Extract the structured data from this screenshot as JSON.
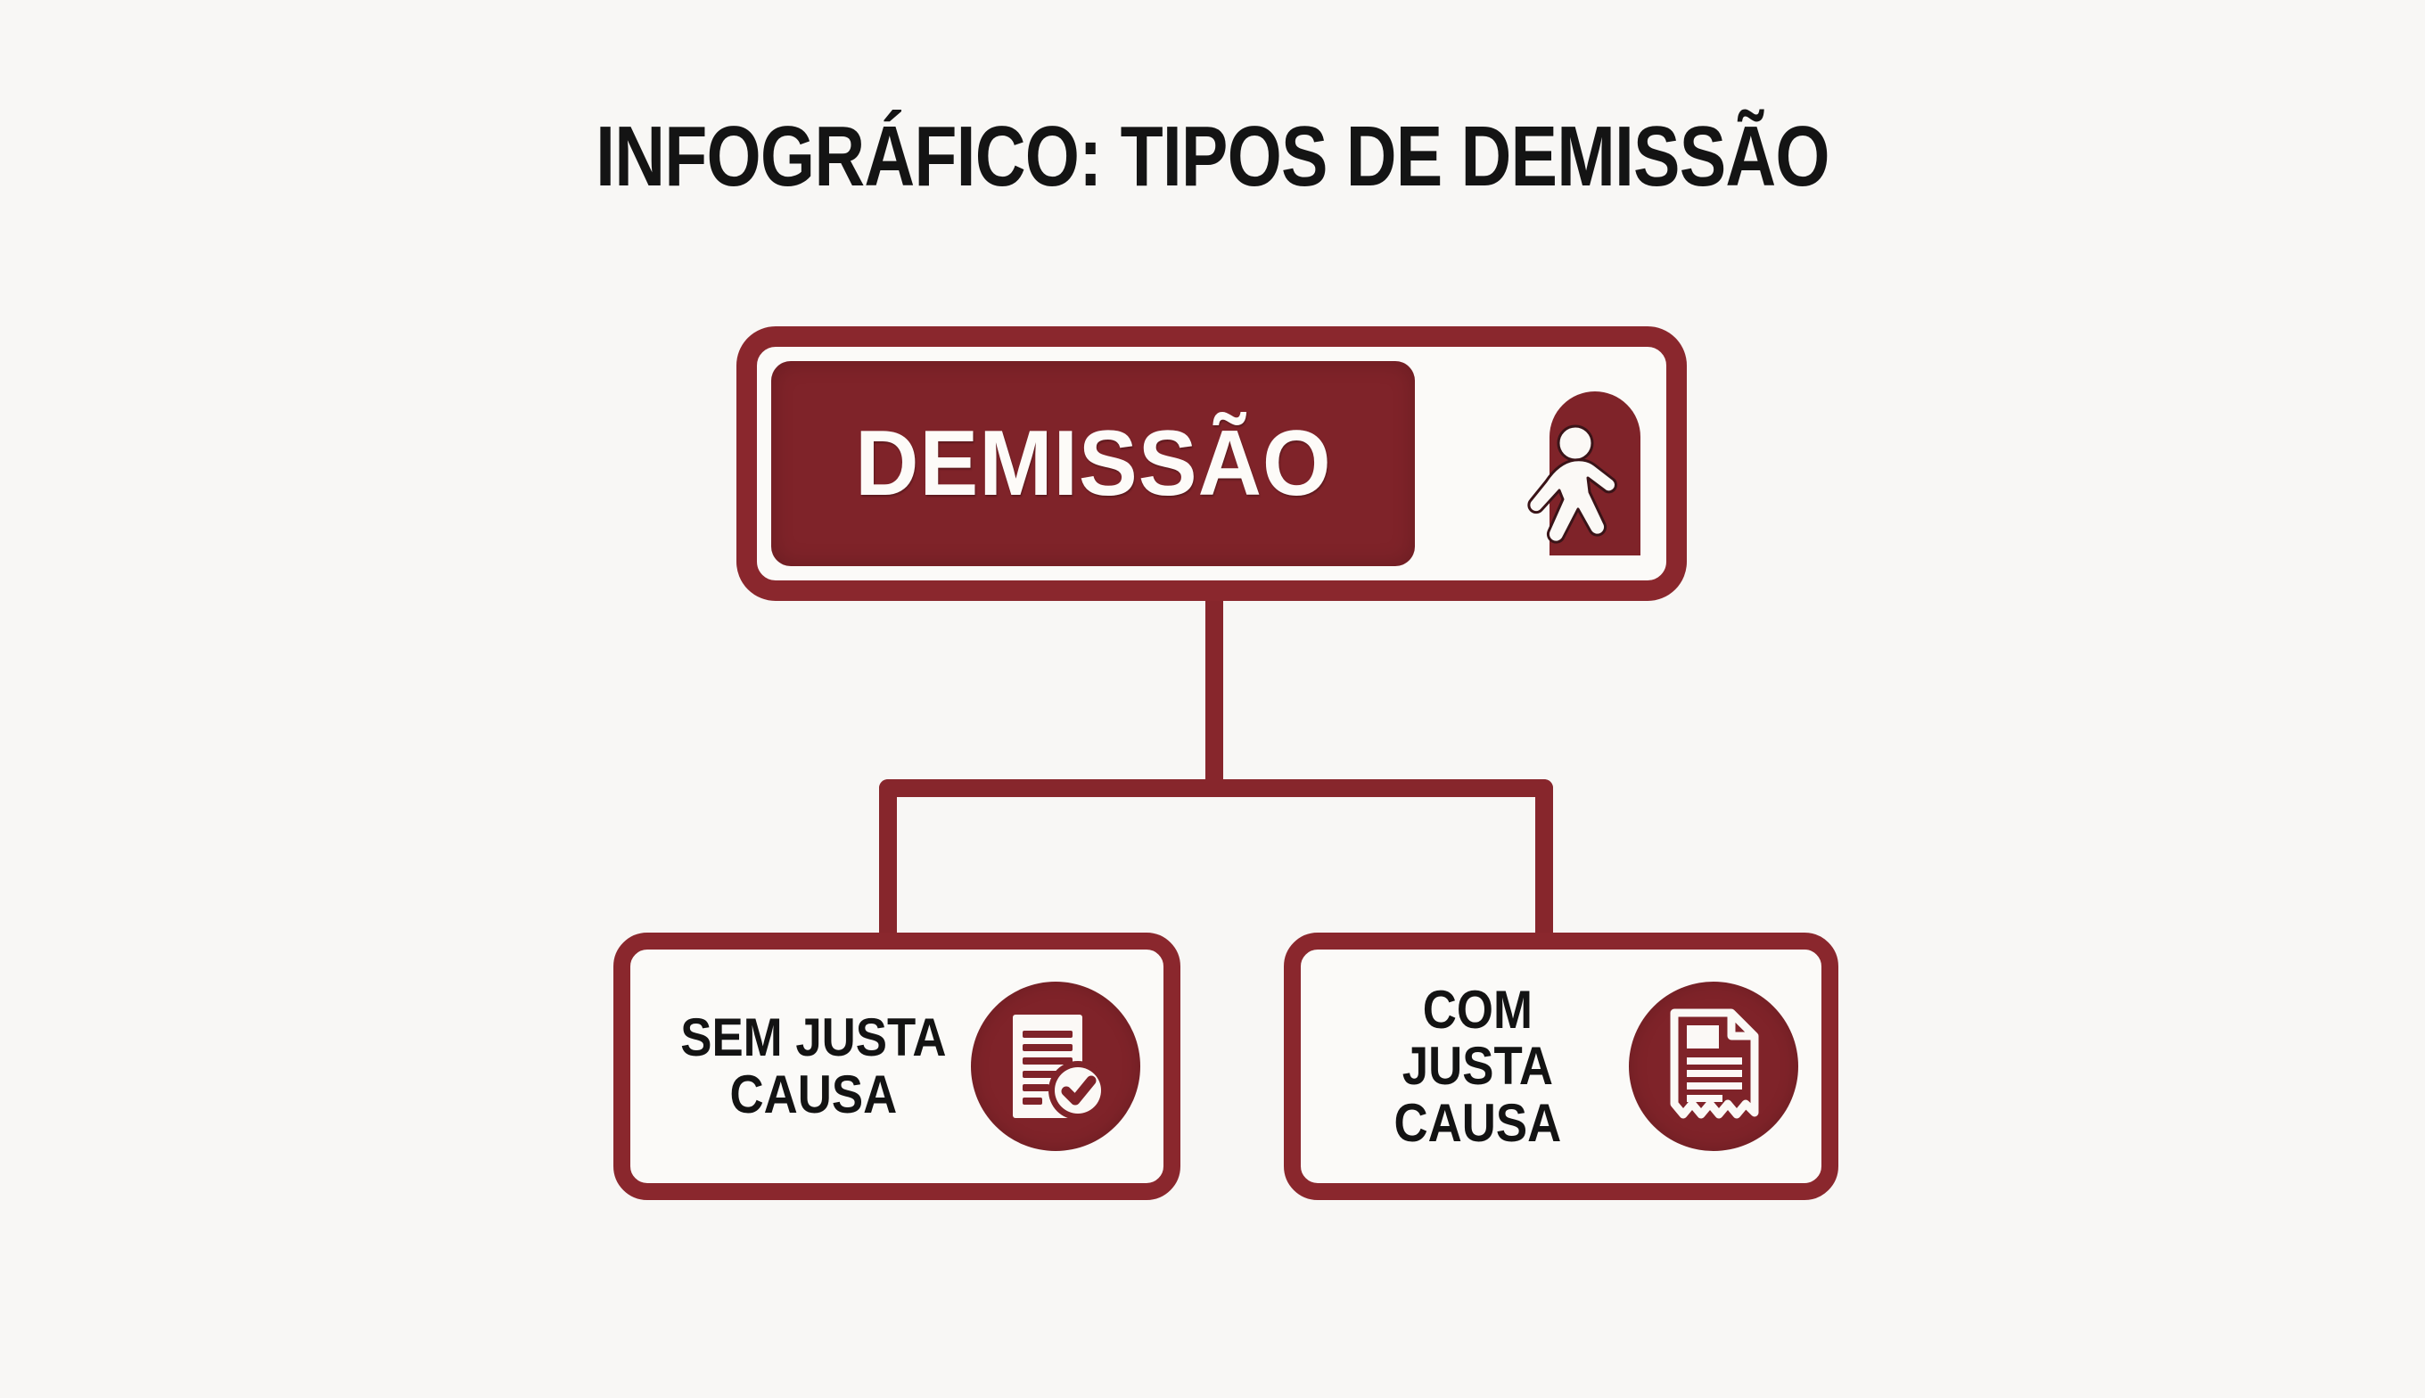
{
  "page": {
    "title": "INFOGRÁFICO: TIPOS DE DEMISSÃO",
    "background_color": "#f8f7f5",
    "accent_color": "#7f2329",
    "border_color": "#8a272d",
    "text_color": "#131313"
  },
  "main_node": {
    "label": "DEMISSÃO",
    "icon": "exit-door-walking-person-icon"
  },
  "branches": [
    {
      "id": "sem-justa-causa",
      "label_line1": "SEM JUSTA",
      "label_line2": "CAUSA",
      "icon": "document-check-icon"
    },
    {
      "id": "com-justa-causa",
      "label_line1": "COM JUSTA",
      "label_line2": "CAUSA",
      "icon": "document-torn-icon"
    }
  ],
  "connectors": {
    "type": "tree",
    "from": "main_node",
    "to": [
      "sem-justa-causa",
      "com-justa-causa"
    ]
  }
}
